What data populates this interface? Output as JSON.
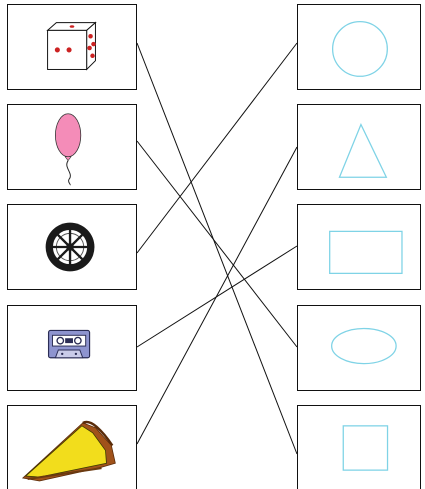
{
  "pictures": [
    {
      "icon": "dice-icon"
    },
    {
      "icon": "balloon-icon"
    },
    {
      "icon": "wheel-icon"
    },
    {
      "icon": "cassette-tape-icon"
    },
    {
      "icon": "pie-slice-icon"
    }
  ],
  "shapes": [
    {
      "icon": "circle-icon"
    },
    {
      "icon": "triangle-icon"
    },
    {
      "icon": "rectangle-icon"
    },
    {
      "icon": "oval-icon"
    },
    {
      "icon": "square-icon"
    }
  ],
  "matches": [
    {
      "picture": 1,
      "shape": 5
    },
    {
      "picture": 2,
      "shape": 4
    },
    {
      "picture": 3,
      "shape": 1
    },
    {
      "picture": 4,
      "shape": 3
    },
    {
      "picture": 5,
      "shape": 2
    }
  ],
  "colors": {
    "shape_outline": "#7fd3e6",
    "line": "#111111",
    "dice_pip": "#cc2222",
    "balloon": "#f48cb8",
    "cassette_body": "#8e94cf",
    "pie_filling": "#f2dd1c",
    "pie_crust": "#a0521a"
  }
}
